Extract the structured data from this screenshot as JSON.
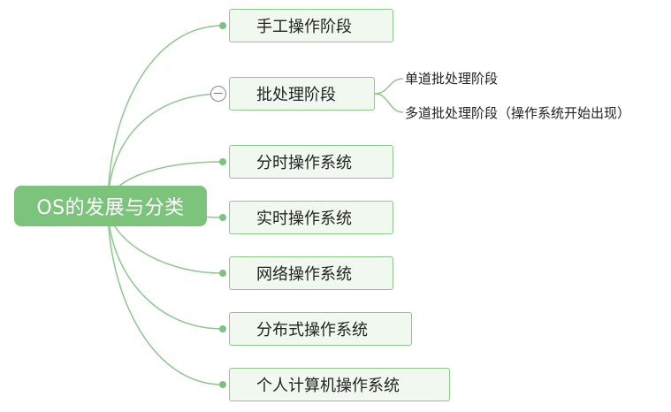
{
  "root": {
    "label": "OS的发展与分类"
  },
  "branches": [
    {
      "label": "手工操作阶段"
    },
    {
      "label": "批处理阶段",
      "children": [
        "单道批处理阶段",
        "多道批处理阶段（操作系统开始出现）"
      ]
    },
    {
      "label": "分时操作系统"
    },
    {
      "label": "实时操作系统"
    },
    {
      "label": "网络操作系统"
    },
    {
      "label": "分布式操作系统"
    },
    {
      "label": "个人计算机操作系统"
    }
  ],
  "colors": {
    "accent": "#7cc37c",
    "line": "#8dc88a",
    "node_fill": "#f1f8ef"
  }
}
